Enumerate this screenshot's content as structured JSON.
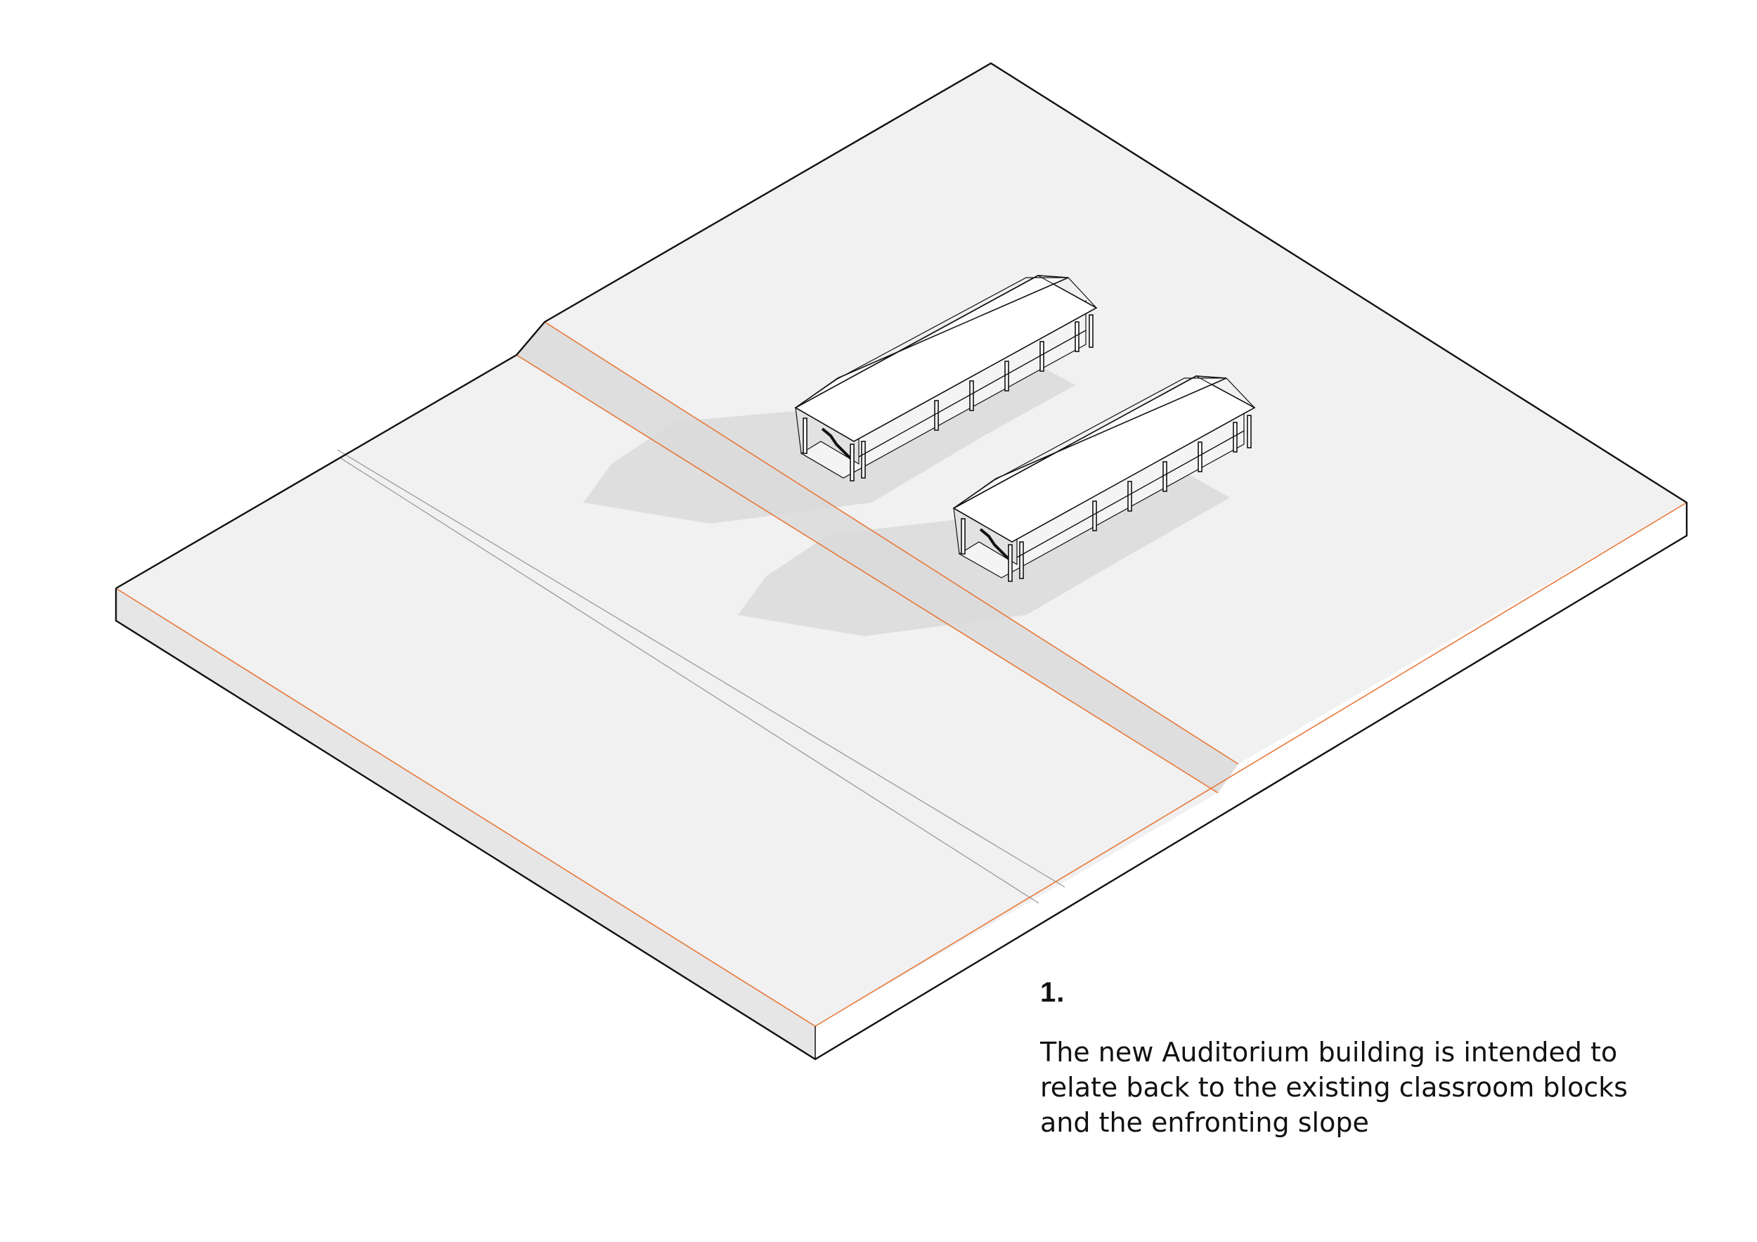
{
  "caption": {
    "number": "1.",
    "lines": [
      "The new Auditorium building is intended to",
      "relate back to the existing classroom blocks",
      "and the enfronting slope"
    ]
  },
  "colors": {
    "background": "#ffffff",
    "ground_top": "#f0f0f0",
    "ground_side_left": "#e4e4e4",
    "ground_side_front": "#ffffff",
    "slope_band": "#dedede",
    "shadow": "#d9d9d9",
    "outline": "#111111",
    "orange_edge": "#e8773a",
    "path_line": "#9a9a9a",
    "roof": "#ffffff"
  },
  "elements": {
    "ground": "isometric-site-slab",
    "buildings": [
      "classroom-block-1",
      "classroom-block-2"
    ]
  }
}
